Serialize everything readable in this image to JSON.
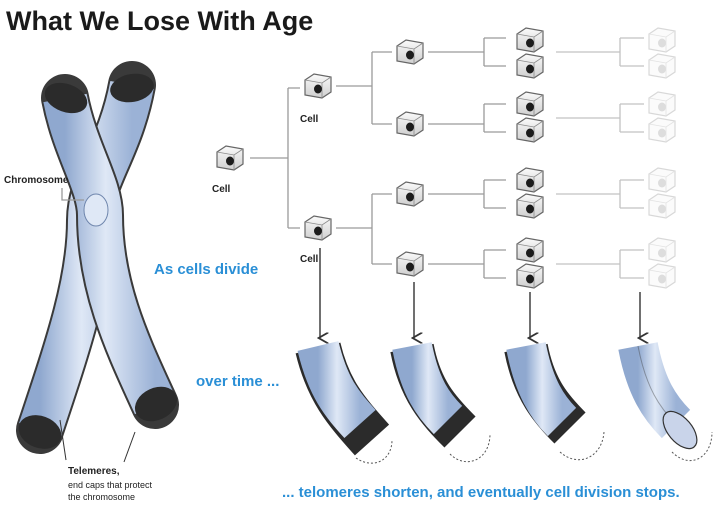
{
  "title": "What We Lose With Age",
  "labels": {
    "chromosome": "Chromosome",
    "cell_root": "Cell",
    "cell_upper": "Cell",
    "cell_lower": "Cell",
    "telomeres_title": "Telemeres,",
    "telomeres_desc_1": "end caps that protect",
    "telomeres_desc_2": "the chromosome"
  },
  "captions": {
    "as_cells_divide": "As cells divide",
    "over_time": "over time ...",
    "conclusion": "... telomeres shorten, and eventually cell division stops."
  },
  "colors": {
    "accent_blue": "#2a8fd6",
    "chromosome_fill": "#b9cde9",
    "telomere_cap": "#2b2b2b",
    "cell_body": "#e4e4e4"
  },
  "icons": [
    "cell-icon",
    "chromosome-icon",
    "telomere-segment-icon",
    "down-arrow-icon"
  ]
}
